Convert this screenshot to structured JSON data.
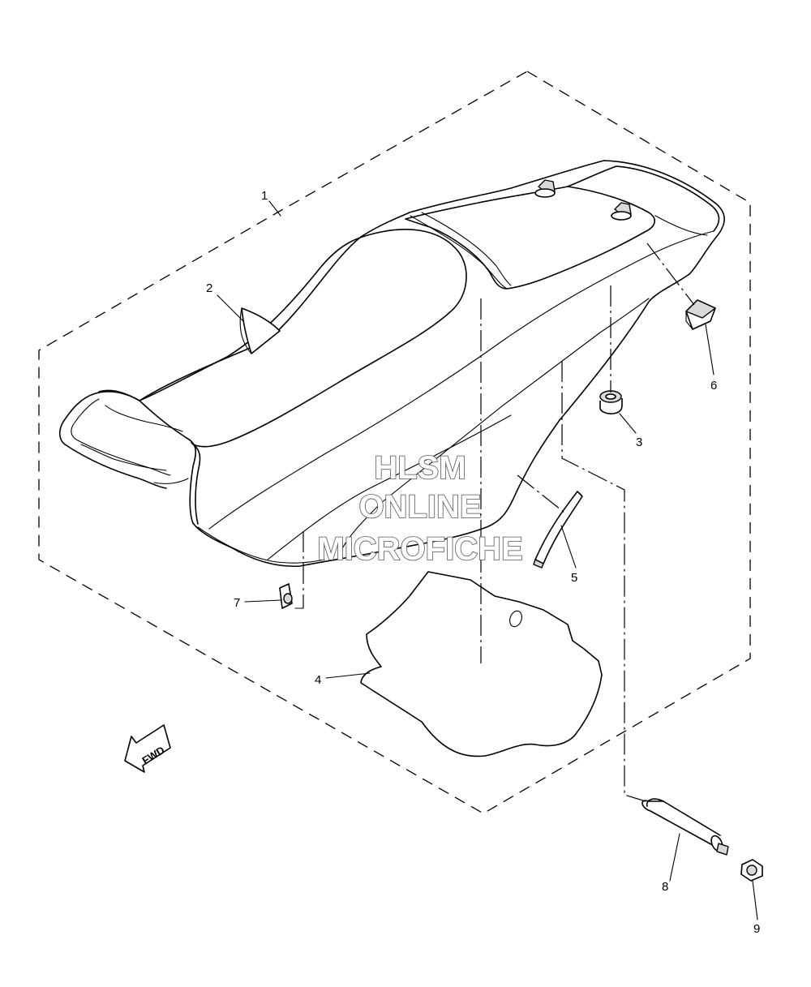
{
  "watermark": {
    "line1": "HLSM",
    "line2": "ONLINE",
    "line3": "MICROFICHE"
  },
  "direction_label": "FWD",
  "callouts": {
    "p1": "1",
    "p2": "2",
    "p3": "3",
    "p4": "4",
    "p5": "5",
    "p6": "6",
    "p7": "7",
    "p8": "8",
    "p9": "9"
  },
  "parts": [
    "seat",
    "label-sticker",
    "damper",
    "seat-base-pad",
    "strip",
    "rubber-cushion",
    "clip",
    "seat-lock-bolt",
    "nut"
  ],
  "colors": {
    "line": "#000000",
    "background": "#ffffff",
    "part_shading": "#d9d9d9",
    "watermark_outline": "#555555"
  }
}
